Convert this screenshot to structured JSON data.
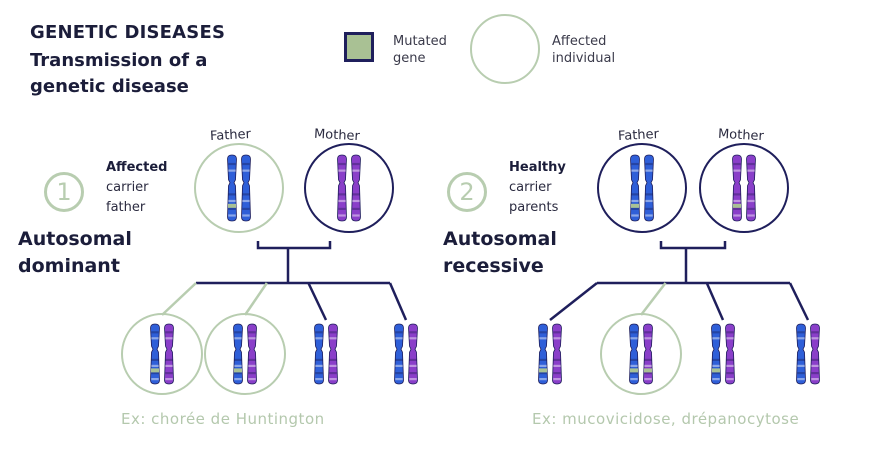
{
  "title": "GENETIC DISEASES",
  "subtitle": "Transmission of a genetic disease",
  "legend": {
    "mutated_gene": "Mutated gene",
    "affected_individual": "Affected individual",
    "mutated_color": "#a9c194",
    "affected_ring_color": "#b8cdb0"
  },
  "colors": {
    "father_chromosome": "#2f5fd8",
    "mother_chromosome": "#8a3fc9",
    "tree_line": "#1f1f5c",
    "affected_line": "#b8cdb0"
  },
  "panels": [
    {
      "number": "1",
      "descriptor_bold": "Affected",
      "descriptor_rest": "carrier father",
      "mode": "Autosomal dominant",
      "father_label": "Father",
      "mother_label": "Mother",
      "father_affected": true,
      "mother_affected": false,
      "father_mutations": 1,
      "mother_mutations": 0,
      "children": [
        {
          "affected": true,
          "mutated_gene": true
        },
        {
          "affected": true,
          "mutated_gene": true
        },
        {
          "affected": false,
          "mutated_gene": false
        },
        {
          "affected": false,
          "mutated_gene": false
        }
      ],
      "example": "Ex: chorée de Huntington"
    },
    {
      "number": "2",
      "descriptor_bold": "Healthy",
      "descriptor_rest": "carrier parents",
      "mode": "Autosomal recessive",
      "father_label": "Father",
      "mother_label": "Mother",
      "father_affected": false,
      "mother_affected": false,
      "father_mutations": 1,
      "mother_mutations": 1,
      "children": [
        {
          "affected": false,
          "mutated_gene": "one"
        },
        {
          "affected": true,
          "mutated_gene": "both"
        },
        {
          "affected": false,
          "mutated_gene": "one"
        },
        {
          "affected": false,
          "mutated_gene": "none"
        }
      ],
      "example": "Ex: mucovicidose, drépanocytose"
    }
  ]
}
